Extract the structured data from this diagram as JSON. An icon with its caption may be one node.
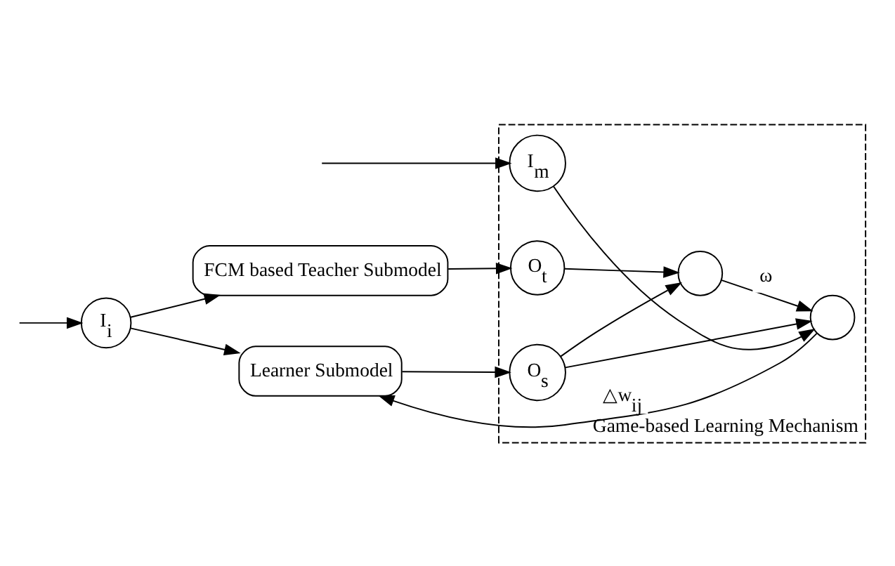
{
  "diagram": {
    "nodes": [
      {
        "text": [
          "I$_{i}$"
        ]
      },
      {
        "text": [
          "FCM based Teacher Submodel"
        ]
      },
      {
        "text": [
          "Learner Submodel"
        ]
      },
      {
        "text": [
          "Game-based Learning Mechanism"
        ]
      },
      {
        "text": [
          "O$_{t}$"
        ],
        "in": 3
      },
      {
        "text": [
          "O$_{s}$"
        ],
        "in": 3
      },
      {
        "text": [],
        "shape": "circle",
        "in": 3
      },
      {
        "text": [],
        "shape": "circle",
        "in": 3
      },
      {
        "text": [
          "I$_{m}$"
        ],
        "in": 3
      }
    ],
    "edges": [
      {
        "from": null,
        "to": 0,
        "arrow": "to"
      },
      {
        "from": 0,
        "to": 1,
        "arrow": "to"
      },
      {
        "from": 0,
        "to": 2,
        "arrow": "to"
      },
      {
        "from": 1,
        "to": 4,
        "arrow": "to"
      },
      {
        "from": 2,
        "to": 5,
        "arrow": "to"
      },
      {
        "from": 4,
        "to": 6,
        "arrow": "to"
      },
      {
        "from": 5,
        "to": 6,
        "arrow": "to"
      },
      {
        "from": 5,
        "to": 7,
        "arrow": "to"
      },
      {
        "from": 6,
        "to": 7,
        "label": "ω",
        "arrow": "to"
      },
      {
        "from": 7,
        "to": 2,
        "label": "△w$_{ij}$",
        "arrow": "to"
      },
      {
        "from": null,
        "to": 8,
        "arrow": "to"
      },
      {
        "from": 8,
        "to": 7,
        "arrow": "to"
      }
    ]
  }
}
